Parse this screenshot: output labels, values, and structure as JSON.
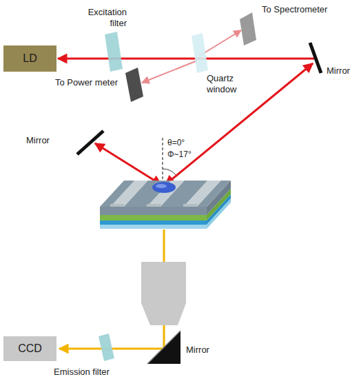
{
  "diagram": {
    "nodes": [
      {
        "text": [
          "LD"
        ]
      },
      {
        "text": [
          "CCD"
        ]
      }
    ],
    "labels": [
      "Excitation filter",
      "To Spectrometer",
      "Mirror",
      "To Power meter",
      "Quartz window",
      "Mirror",
      "θ=0°",
      "Φ~17°",
      "Mirror",
      "Emission filter"
    ]
  }
}
